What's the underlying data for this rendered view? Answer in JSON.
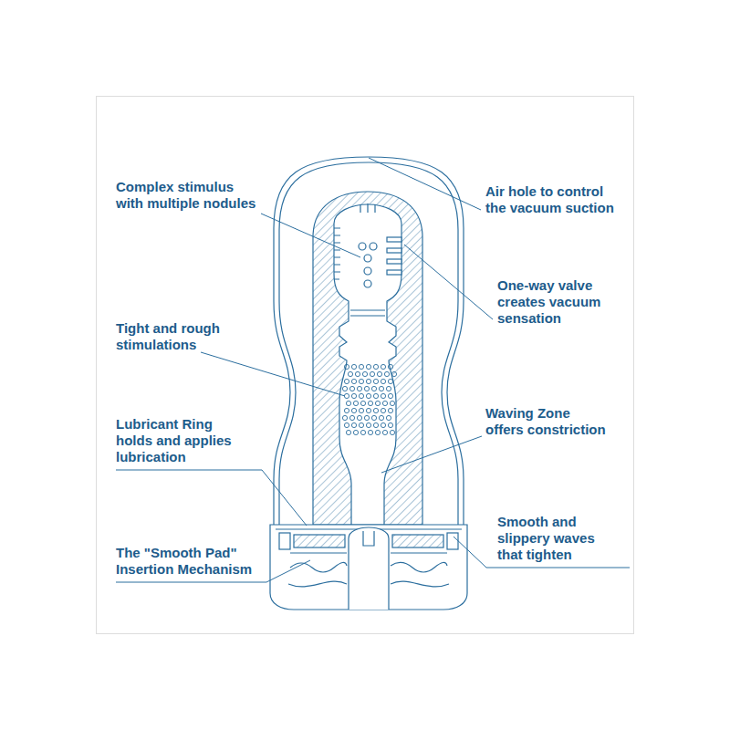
{
  "diagram": {
    "labels": [
      "Complex stimulus with multiple nodules",
      "Air hole to control the vacuum suction",
      "One-way valve creates vacuum sensation",
      "Tight and rough stimulations",
      "Waving Zone offers constriction",
      "Lubricant Ring holds and applies lubrication",
      "Smooth and slippery waves that tighten",
      "The \"Smooth Pad\" Insertion Mechanism"
    ]
  }
}
